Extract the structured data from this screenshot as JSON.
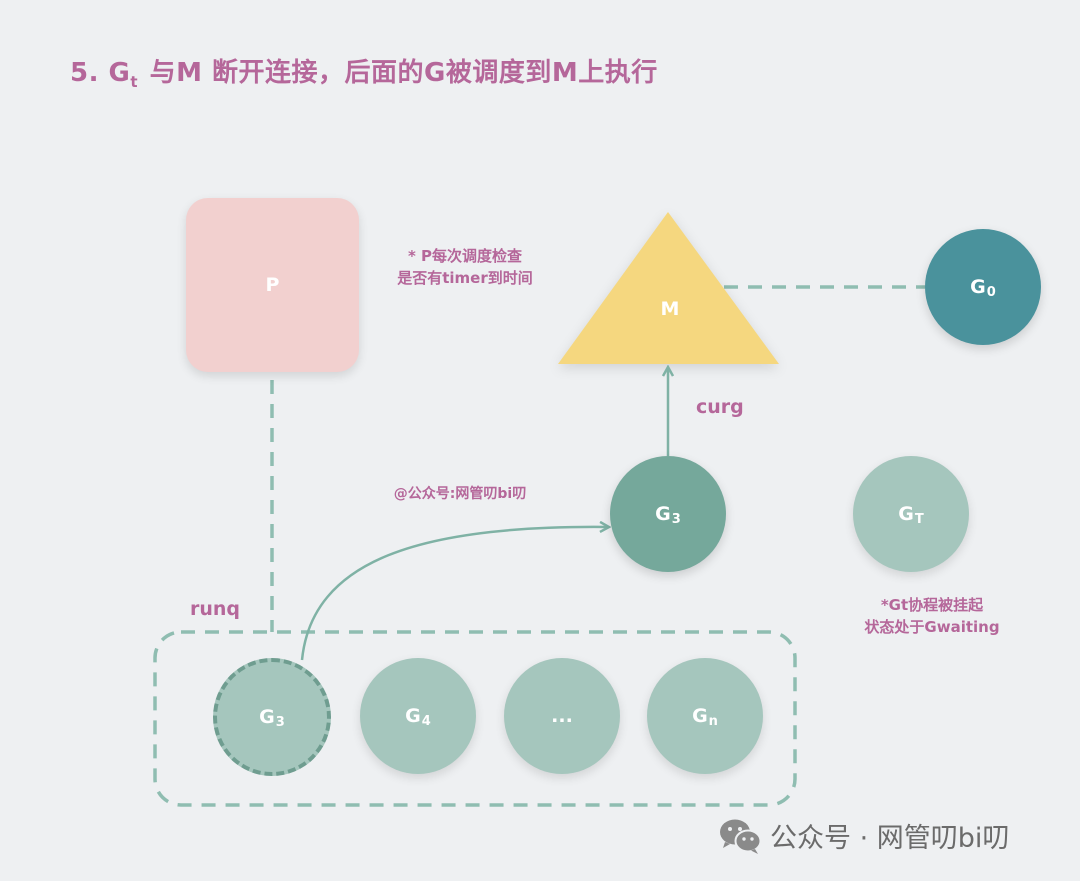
{
  "title": {
    "prefix": "5. G",
    "sub": "t",
    "rest": " 与M 断开连接，后面的G被调度到M上执行"
  },
  "nodes": {
    "p": "P",
    "m": "M",
    "g0": {
      "base": "G",
      "sub": "0"
    },
    "g3_running": {
      "base": "G",
      "sub": "3"
    },
    "gt": {
      "base": "G",
      "sub": "T"
    }
  },
  "queue": [
    {
      "base": "G",
      "sub": "3"
    },
    {
      "base": "G",
      "sub": "4"
    },
    {
      "base": "...",
      "sub": ""
    },
    {
      "base": "G",
      "sub": "n"
    }
  ],
  "labels": {
    "curg": "curg",
    "runq": "runq"
  },
  "notes": {
    "p_note_line1": "* P每次调度检查",
    "p_note_line2": "是否有timer到时间",
    "gt_note_line1": "*Gt协程被挂起",
    "gt_note_line2": "状态处于Gwaiting",
    "inline_watermark": "@公众号:网管叨bi叨"
  },
  "watermark": {
    "text": "公众号 · 网管叨bi叨",
    "icon": "wechat-icon"
  },
  "colors": {
    "accent": "#b5679a",
    "p_fill": "#f2d0cf",
    "m_fill": "#f5d77f",
    "g0_fill": "#4a929c",
    "g_running_fill": "#75a89b",
    "g_light_fill": "#a5c6bd",
    "connector": "#7fb2a5"
  }
}
